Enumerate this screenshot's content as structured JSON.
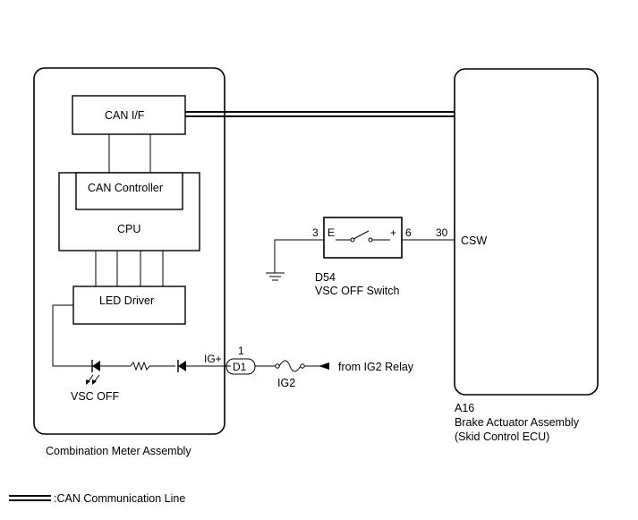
{
  "blocks": {
    "can_if": "CAN I/F",
    "can_controller": "CAN Controller",
    "cpu": "CPU",
    "led_driver": "LED Driver"
  },
  "combination_meter": {
    "name": "Combination Meter Assembly",
    "led_label": "VSC OFF",
    "ig_pin_label": "IG+",
    "connector": "D1",
    "connector_pin": "1"
  },
  "fuse": {
    "name": "IG2",
    "source": "from IG2 Relay"
  },
  "switch": {
    "code": "D54",
    "name": "VSC OFF Switch",
    "terminal_e": "E",
    "terminal_plus": "+",
    "pin_left": "3",
    "pin_right": "6"
  },
  "brake_actuator": {
    "code": "A16",
    "name_line1": "Brake Actuator Assembly",
    "name_line2": "(Skid Control ECU)",
    "pin": "30",
    "signal": "CSW"
  },
  "legend": {
    "label": ":CAN Communication Line"
  }
}
